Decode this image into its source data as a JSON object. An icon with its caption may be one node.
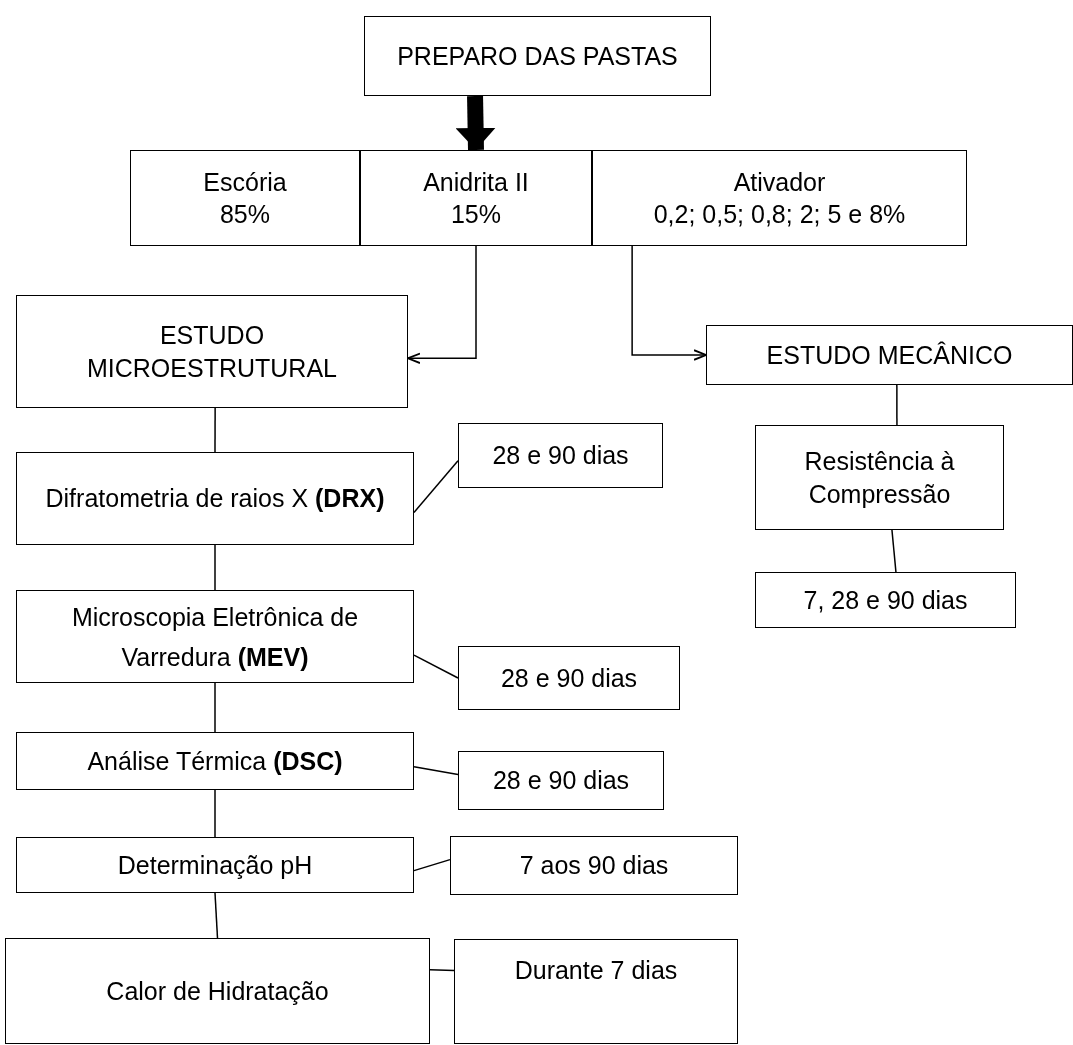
{
  "diagram": {
    "nodes": [
      {
        "text": [
          "PREPARO DAS PASTAS"
        ]
      },
      {
        "text": [
          "Escória",
          "85%"
        ]
      },
      {
        "text": [
          "Anidrita II",
          "15%"
        ]
      },
      {
        "text": [
          "Ativador",
          "0,2; 0,5; 0,8; 2; 5 e 8%"
        ]
      },
      {
        "text": [
          "ESTUDO MICROESTRUTURAL"
        ]
      },
      {
        "text": [
          "ESTUDO MECÂNICO"
        ]
      },
      {
        "text": [
          "Difratometria de raios X **(DRX)**"
        ]
      },
      {
        "text": [
          "28 e 90 dias"
        ]
      },
      {
        "text": [
          "Resistência à Compressão"
        ]
      },
      {
        "text": [
          "Microscopia Eletrônica de Varredura **(MEV)**"
        ]
      },
      {
        "text": [
          "28 e 90 dias"
        ]
      },
      {
        "text": [
          "7, 28 e 90 dias"
        ]
      },
      {
        "text": [
          "Análise Térmica **(DSC)**"
        ]
      },
      {
        "text": [
          "28 e 90 dias"
        ]
      },
      {
        "text": [
          "Determinação pH"
        ]
      },
      {
        "text": [
          "7 aos 90 dias"
        ]
      },
      {
        "text": [
          "Calor de Hidratação"
        ]
      },
      {
        "text": [
          "Durante 7 dias"
        ]
      }
    ],
    "edges": [
      {
        "from": 0,
        "to": 2,
        "arrow": "to",
        "style": "thick"
      },
      {
        "from": 2,
        "to": 4,
        "arrow": "to"
      },
      {
        "from": 3,
        "to": 5,
        "arrow": "to"
      },
      {
        "from": 4,
        "to": 6,
        "arrow": "none"
      },
      {
        "from": 6,
        "to": 7,
        "arrow": "none"
      },
      {
        "from": 5,
        "to": 8,
        "arrow": "none"
      },
      {
        "from": 6,
        "to": 9,
        "arrow": "none"
      },
      {
        "from": 9,
        "to": 10,
        "arrow": "none"
      },
      {
        "from": 8,
        "to": 11,
        "arrow": "none"
      },
      {
        "from": 9,
        "to": 12,
        "arrow": "none"
      },
      {
        "from": 12,
        "to": 13,
        "arrow": "none"
      },
      {
        "from": 12,
        "to": 14,
        "arrow": "none"
      },
      {
        "from": 14,
        "to": 15,
        "arrow": "none"
      },
      {
        "from": 14,
        "to": 16,
        "arrow": "none"
      },
      {
        "from": 16,
        "to": 17,
        "arrow": "none"
      }
    ]
  }
}
